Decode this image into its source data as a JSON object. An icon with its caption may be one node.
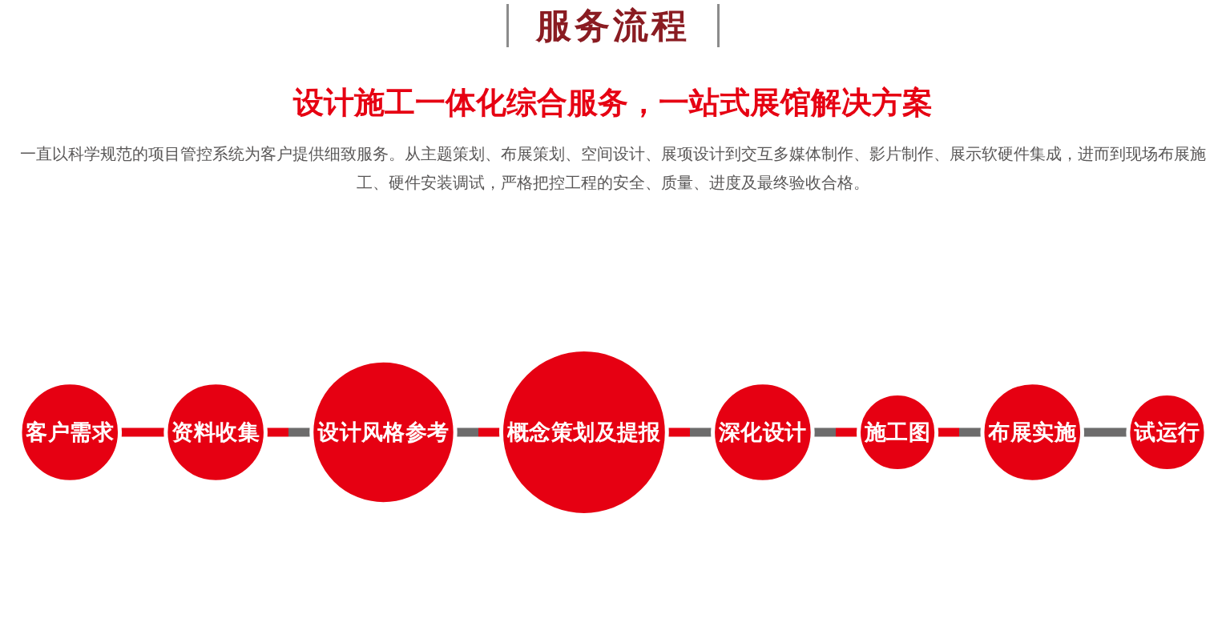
{
  "diagram": {
    "title": "服务流程",
    "nodes": [
      {
        "text": [
          "客户需求"
        ]
      },
      {
        "text": [
          "资料收集"
        ]
      },
      {
        "text": [
          "设计风格参考"
        ]
      },
      {
        "text": [
          "概念策划及提报"
        ]
      },
      {
        "text": [
          "深化设计"
        ]
      },
      {
        "text": [
          "施工图"
        ]
      },
      {
        "text": [
          "布展实施"
        ]
      },
      {
        "text": [
          "试运行"
        ]
      }
    ],
    "edges": [
      {
        "from": 0,
        "to": 1,
        "arrow": "none",
        "color": "#e60012"
      },
      {
        "from": 1,
        "to": 2,
        "arrow": "none"
      },
      {
        "from": 2,
        "to": 3,
        "arrow": "none"
      },
      {
        "from": 3,
        "to": 4,
        "arrow": "none"
      },
      {
        "from": 4,
        "to": 5,
        "arrow": "none"
      },
      {
        "from": 5,
        "to": 6,
        "arrow": "none"
      },
      {
        "from": 6,
        "to": 7,
        "arrow": "none",
        "color": "#6d6c6c"
      }
    ],
    "labels": [
      "设计施工一体化综合服务，一站式展馆解决方案",
      "一直以科学规范的项目管控系统为客户提供细致服务。从主题策划、布展策划、空间设计、展项设计到交互多媒体制作、影片制作、展示软硬件集成，进而到现场布展施工、硬件安装调试，严格把控工程的安全、质量、进度及最终验收合格。"
    ]
  }
}
